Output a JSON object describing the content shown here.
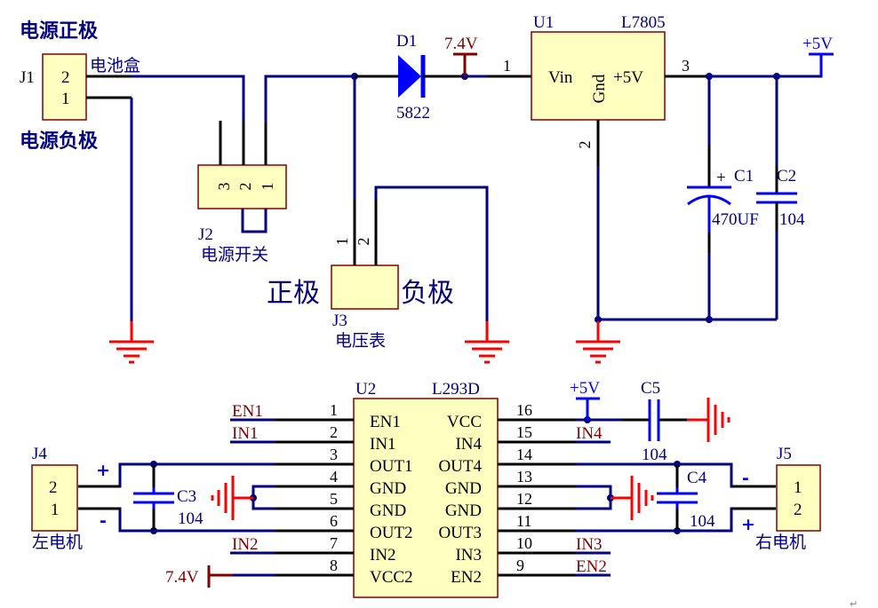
{
  "colors": {
    "wire": "#000080",
    "pin": "#000000",
    "ground": "#ff0000",
    "power_5v": "#0000ff",
    "power_7v4": "#800000",
    "component_fill": "#ffffc0",
    "component_border": "#800000"
  },
  "power_section": {
    "pos_label": "电源正极",
    "neg_label": "电源负极",
    "j1": {
      "ref": "J1",
      "name": "电池盒",
      "pins": [
        "2",
        "1"
      ]
    },
    "j2": {
      "ref": "J2",
      "name": "电源开关",
      "pins": [
        "3",
        "2",
        "1"
      ]
    },
    "j3": {
      "ref": "J3",
      "name": "电压表",
      "pins": [
        "1",
        "2"
      ],
      "left_label": "正极",
      "right_label": "负极"
    },
    "d1": {
      "ref": "D1",
      "value": "5822"
    },
    "net_7v4": "7.4V",
    "u1": {
      "ref": "U1",
      "value": "L7805",
      "vin": "Vin",
      "gnd": "Gnd",
      "vout": "+5V",
      "pin_in": "1",
      "pin_gnd": "2",
      "pin_out": "3"
    },
    "net_5v": "+5V",
    "c1": {
      "ref": "C1",
      "value": "470UF",
      "polarity": "+"
    },
    "c2": {
      "ref": "C2",
      "value": "104"
    }
  },
  "driver_section": {
    "u2": {
      "ref": "U2",
      "value": "L293D",
      "left_pins": [
        {
          "num": "1",
          "name": "EN1"
        },
        {
          "num": "2",
          "name": "IN1"
        },
        {
          "num": "3",
          "name": "OUT1"
        },
        {
          "num": "4",
          "name": "GND"
        },
        {
          "num": "5",
          "name": "GND"
        },
        {
          "num": "6",
          "name": "OUT2"
        },
        {
          "num": "7",
          "name": "IN2"
        },
        {
          "num": "8",
          "name": "VCC2"
        }
      ],
      "right_pins": [
        {
          "num": "16",
          "name": "VCC"
        },
        {
          "num": "15",
          "name": "IN4"
        },
        {
          "num": "14",
          "name": "OUT4"
        },
        {
          "num": "13",
          "name": "GND"
        },
        {
          "num": "12",
          "name": "GND"
        },
        {
          "num": "11",
          "name": "OUT3"
        },
        {
          "num": "10",
          "name": "IN3"
        },
        {
          "num": "9",
          "name": "EN2"
        }
      ]
    },
    "net_labels": {
      "en1": "EN1",
      "in1": "IN1",
      "in2": "IN2",
      "vcc2": "7.4V",
      "in4": "IN4",
      "in3": "IN3",
      "en2": "EN2",
      "vcc": "+5V"
    },
    "j4": {
      "ref": "J4",
      "name": "左电机",
      "pins": [
        "2",
        "1"
      ],
      "plus": "+",
      "minus": "-"
    },
    "j5": {
      "ref": "J5",
      "name": "右电机",
      "pins": [
        "1",
        "2"
      ],
      "plus": "+",
      "minus": "-"
    },
    "c3": {
      "ref": "C3",
      "value": "104"
    },
    "c4": {
      "ref": "C4",
      "value": "104"
    },
    "c5": {
      "ref": "C5",
      "value": "104"
    }
  },
  "paragraph_mark": "↵"
}
